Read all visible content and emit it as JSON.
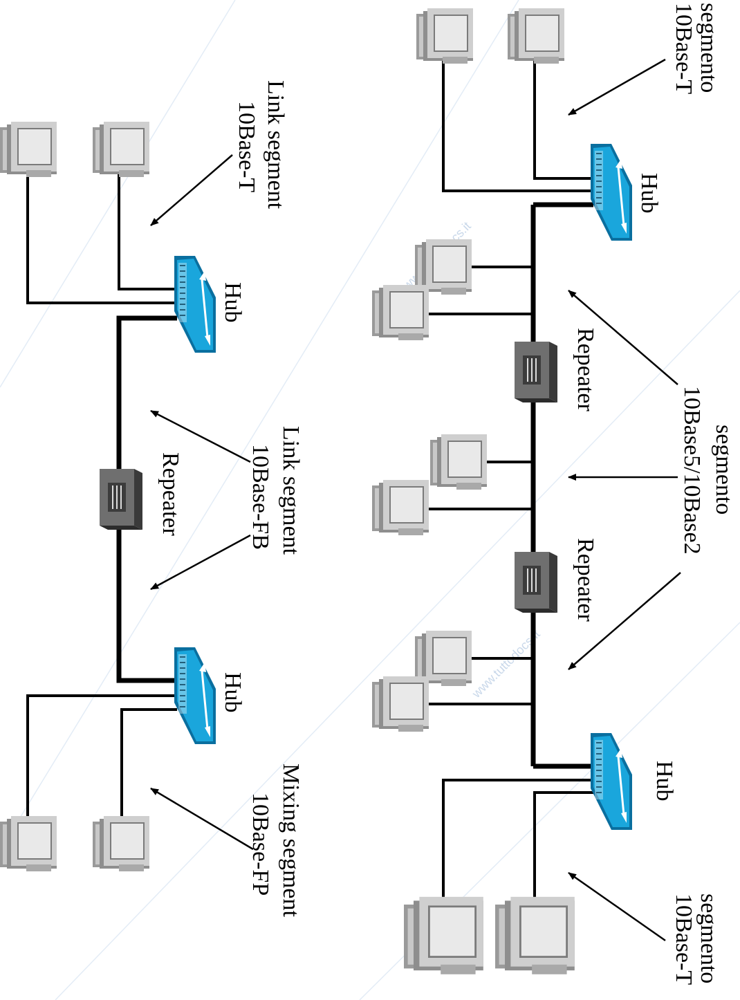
{
  "watermark": {
    "text": "www.tuttodocs.it"
  },
  "top_network": {
    "hub_label": "Hub",
    "repeater_label": "Repeater",
    "segment_left": [
      "segmento",
      "10Base-T"
    ],
    "segment_middle": [
      "segmento",
      "10Base5/10Base2"
    ],
    "segment_right": [
      "segmento",
      "10Base-T"
    ]
  },
  "bottom_network": {
    "hub_label": "Hub",
    "repeater_label": "Repeater",
    "segment_left": [
      "Link segment",
      "10Base-T"
    ],
    "segment_middle": [
      "Link segment",
      "10Base-FB"
    ],
    "segment_right": [
      "Mixing segment",
      "10Base-FP"
    ]
  },
  "colors": {
    "hub": "#1aa6dc",
    "hub_dark": "#0a6f9f",
    "repeater": "#6f6f6f",
    "repeater_dark": "#3a3a3a",
    "pc_light": "#d4d4d4",
    "pc_dark": "#8e8e8e",
    "pc_screen": "#e6e6e6"
  }
}
